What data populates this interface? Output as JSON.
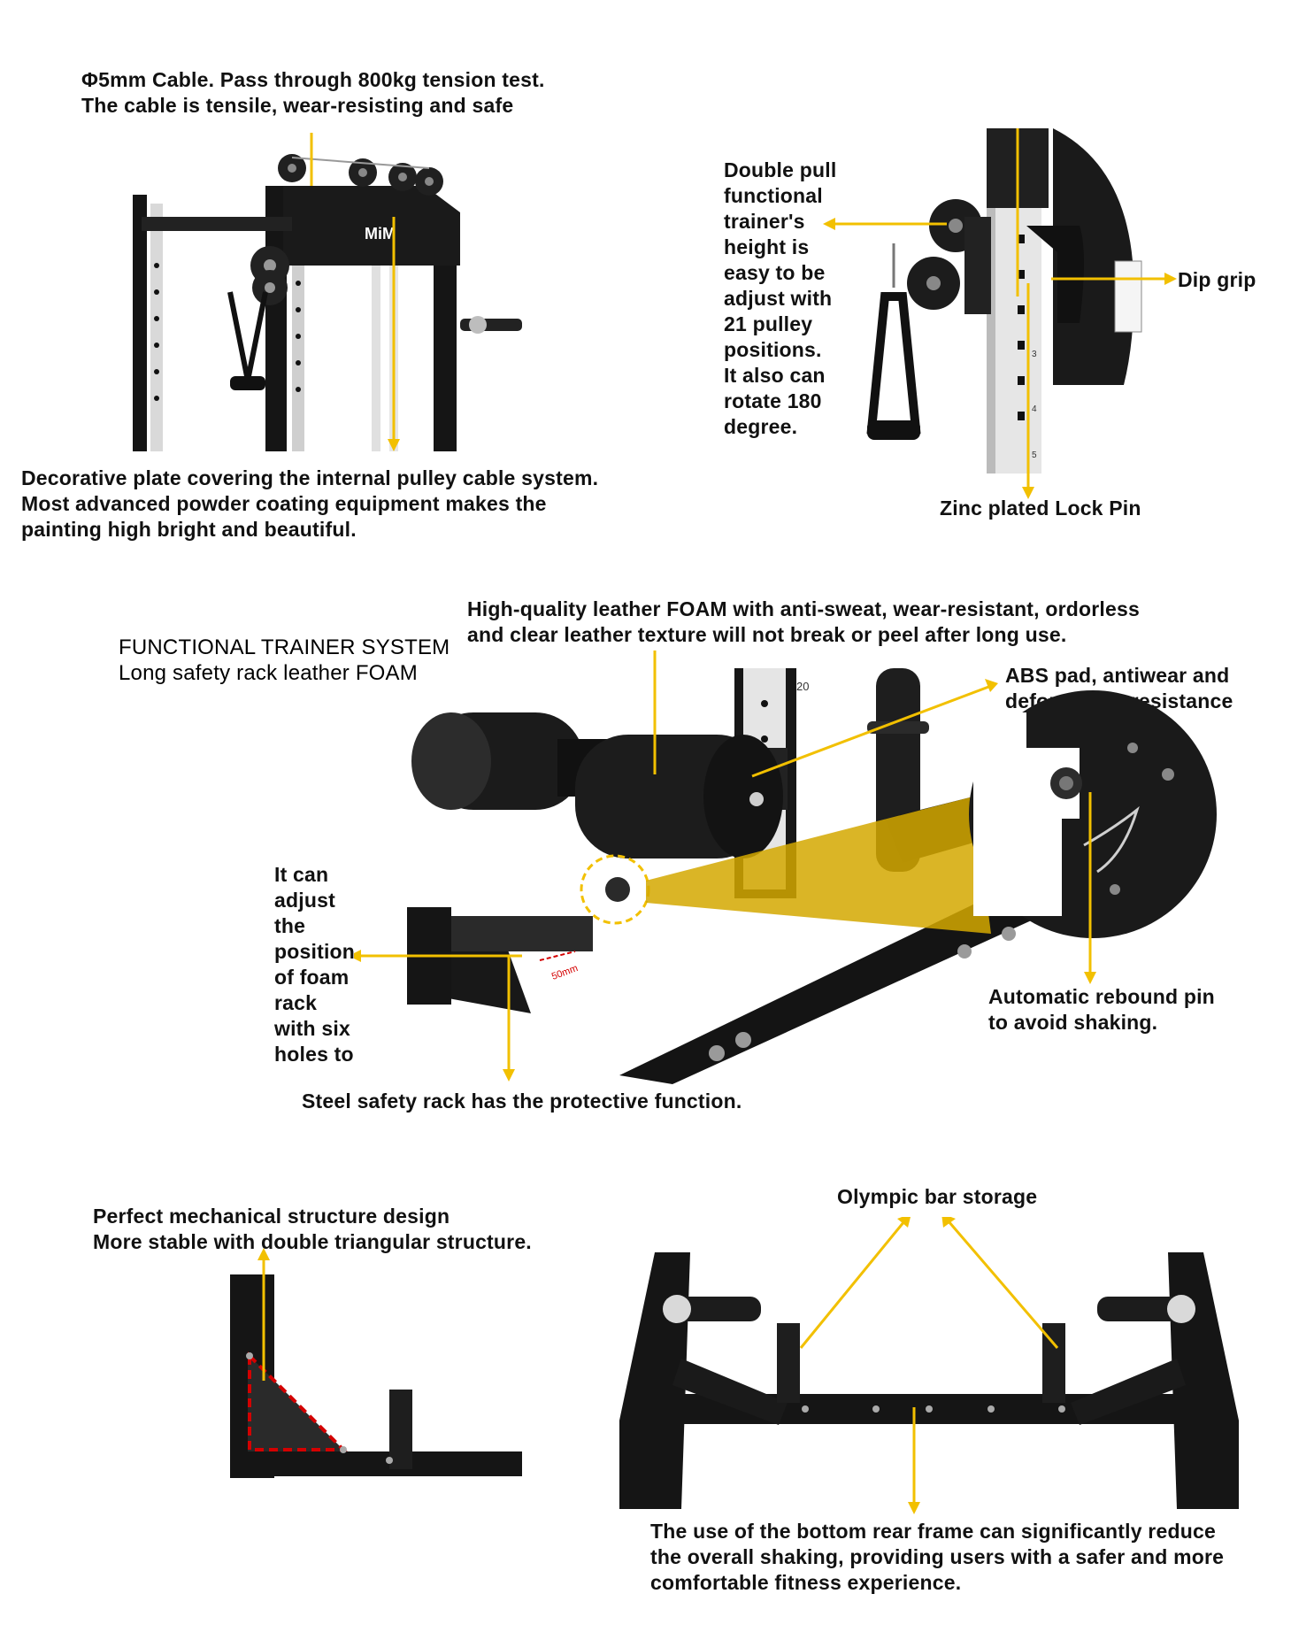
{
  "section1": {
    "cable_text": "Φ5mm Cable. Pass through 800kg tension test.\nThe cable is tensile, wear-resisting and safe",
    "plate_text": "Decorative plate covering the internal pulley cable system.\nMost advanced powder coating equipment makes the\npainting high bright and beautiful.",
    "brand_logo": "MiM",
    "pulley_text": "Double pull\nfunctional\ntrainer's\nheight is\neasy to be\nadjust with\n21 pulley\npositions.\nIt also can\nrotate 180\ndegree.",
    "dip_grip": "Dip grip",
    "lock_pin": "Zinc plated Lock Pin",
    "hole_numbers": [
      "3",
      "4",
      "5"
    ]
  },
  "section2": {
    "title": "FUNCTIONAL TRAINER SYSTEM\nLong safety rack leather FOAM",
    "foam_text": "High-quality leather FOAM with anti-sweat, wear-resistant, ordorless\nand clear leather texture will not break or peel after long use.",
    "abs_text": "ABS pad, antiwear and\ndeformation resistance",
    "adjust_text": "It can\nadjust\nthe\nposition\nof foam\nrack\nwith six\nholes to",
    "rebound_text": "Automatic rebound pin\nto avoid shaking.",
    "steel_text": "Steel safety rack has the protective function.",
    "upright_number": "20",
    "measure_label": "50mm"
  },
  "section3": {
    "structure_text": "Perfect mechanical structure design\nMore stable with double triangular structure.",
    "olympic_text": "Olympic bar storage",
    "frame_text": "The use of the bottom rear frame can significantly reduce\nthe overall shaking, providing users with a safer and more\ncomfortable fitness experience."
  },
  "colors": {
    "accent_yellow": "#f2c000",
    "frame_black": "#151515",
    "dashed_red": "#d40000",
    "chrome": "#d9d9d9"
  }
}
